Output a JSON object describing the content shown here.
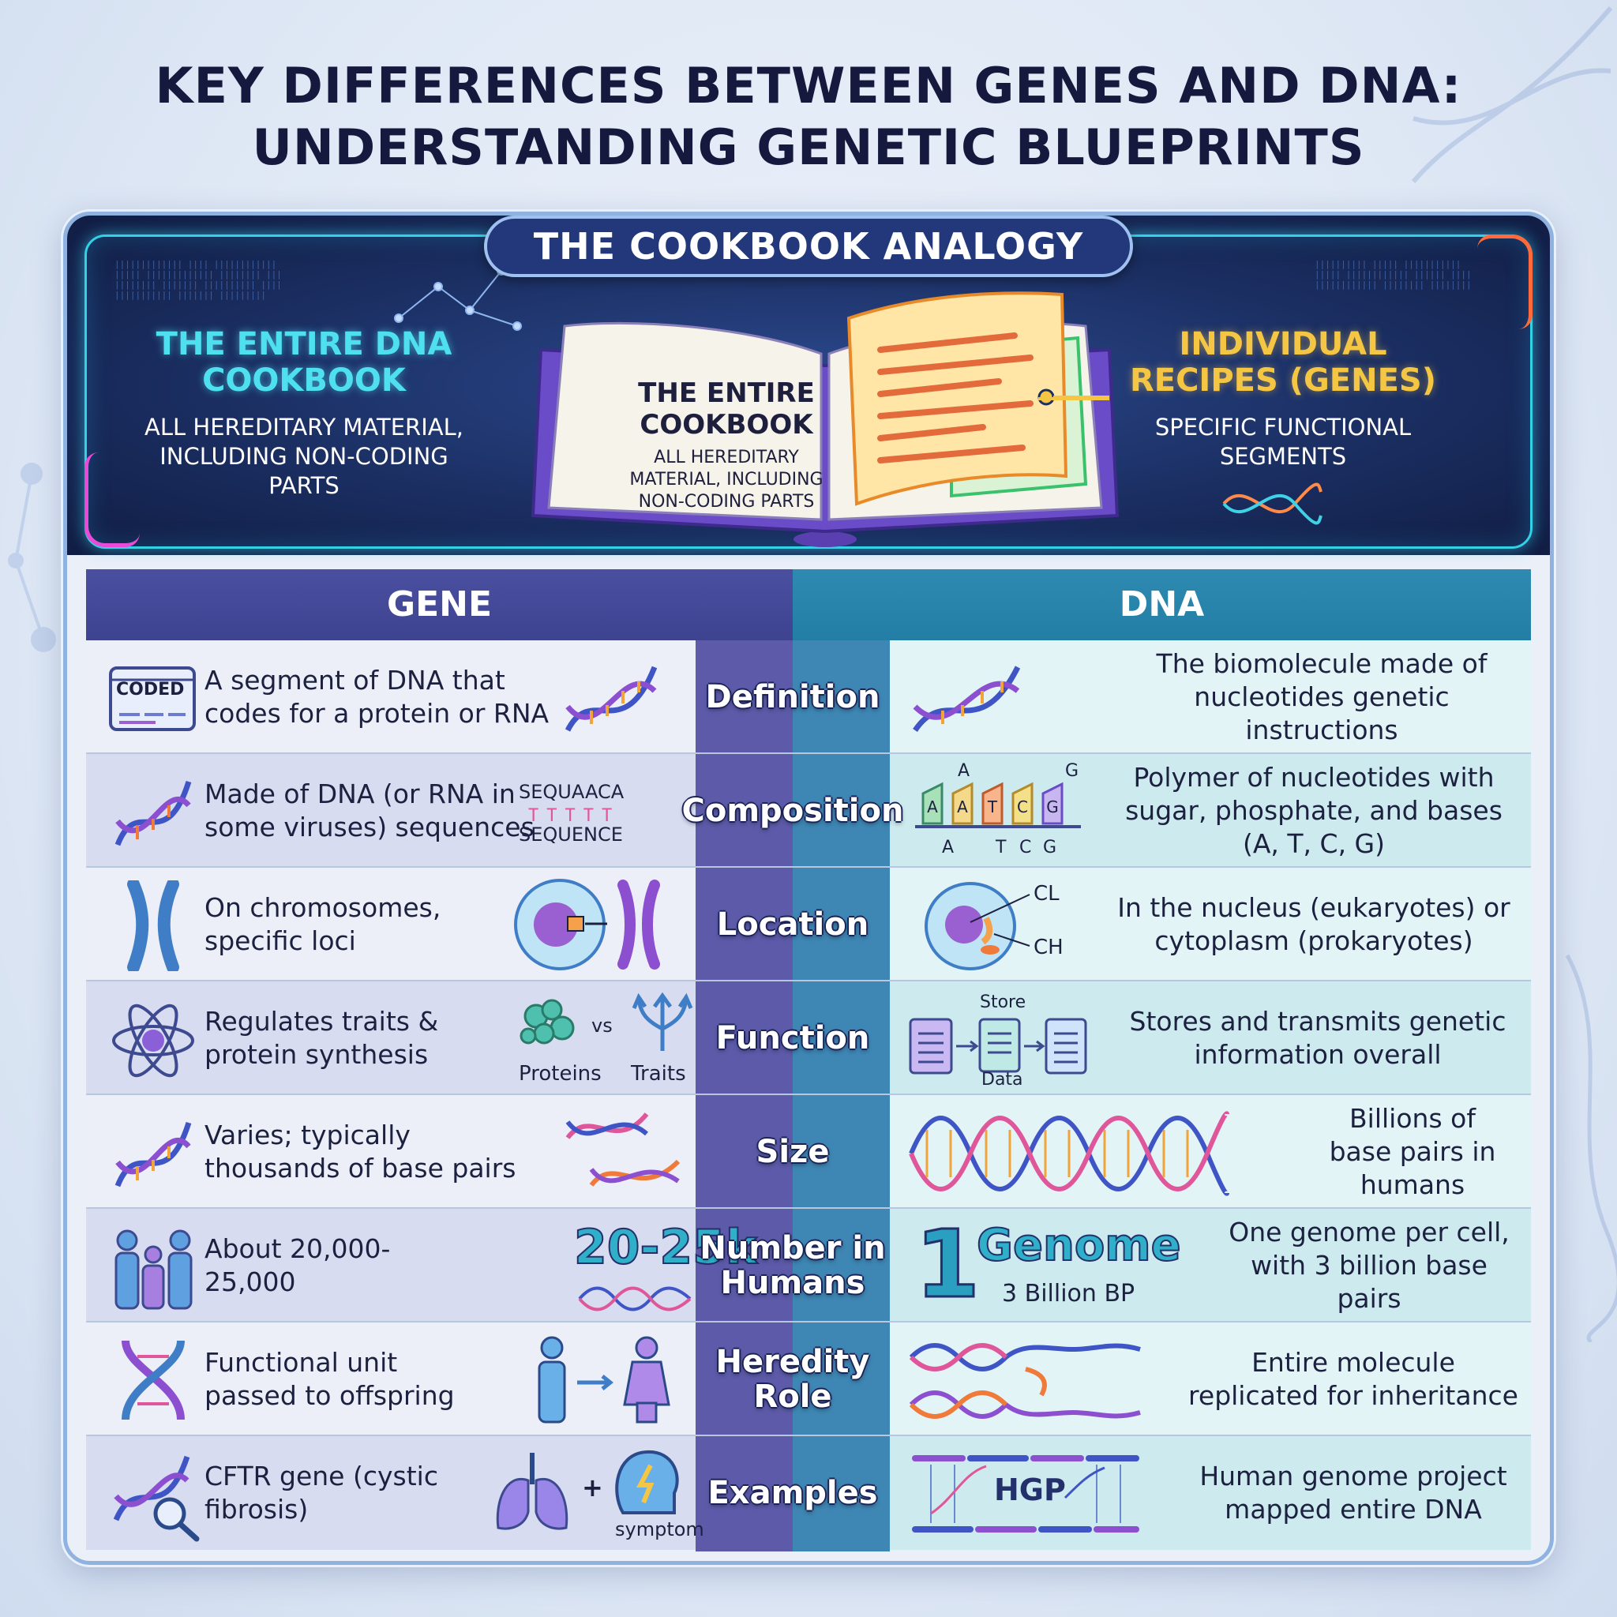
{
  "title": {
    "line1": "KEY DIFFERENCES BETWEEN GENES AND DNA:",
    "line2": "UNDERSTANDING GENETIC BLUEPRINTS"
  },
  "banner": {
    "tab": "THE COOKBOOK ANALOGY",
    "left_title": "THE ENTIRE DNA COOKBOOK",
    "left_desc": "ALL HEREDITARY MATERIAL, INCLUDING NON-CODING PARTS",
    "book_title": "THE ENTIRE COOKBOOK",
    "book_desc": "ALL HEREDITARY MATERIAL, INCLUDING NON-CODING PARTS",
    "right_title": "INDIVIDUAL RECIPES (GENES)",
    "right_desc": "SPECIFIC FUNCTIONAL SEGMENTS"
  },
  "table": {
    "gene_header": "GENE",
    "dna_header": "DNA",
    "rows": [
      {
        "label": "Definition",
        "gene": "A segment of DNA that codes for a protein or RNA",
        "dna": "The biomolecule made of nucleotides genetic instructions",
        "gene_icon_text": "CODED"
      },
      {
        "label": "Composition",
        "gene": "Made of DNA (or RNA in some viruses) sequences",
        "dna": "Polymer of nucleotides with sugar, phosphate, and bases (A, T, C, G)",
        "gene_icon_top": "SEQUAACA",
        "gene_icon_bottom": "SEQUENCE"
      },
      {
        "label": "Location",
        "gene": "On chromosomes, specific loci",
        "dna": "In the nucleus (eukaryotes) or cytoplasm (prokaryotes)",
        "dna_icon_cl": "CL",
        "dna_icon_ch": "CH"
      },
      {
        "label": "Function",
        "gene": "Regulates traits & protein synthesis",
        "dna": "Stores and transmits genetic information overall",
        "gene_icon_vs": "vs",
        "gene_icon_proteins": "Proteins",
        "gene_icon_traits": "Traits",
        "dna_icon_store": "Store",
        "dna_icon_data": "Data"
      },
      {
        "label": "Size",
        "gene": "Varies; typically thousands of base pairs",
        "dna": "Billions of base pairs in humans"
      },
      {
        "label": "Number in Humans",
        "gene": "About 20,000-25,000",
        "dna": "One genome per cell, with 3 billion base pairs",
        "gene_icon_big": "20-25k",
        "dna_icon_one": "1",
        "dna_icon_genome": "Genome",
        "dna_icon_bp": "3 Billion BP"
      },
      {
        "label": "Heredity Role",
        "gene": "Functional unit passed to offspring",
        "dna": "Entire molecule replicated for inheritance"
      },
      {
        "label": "Examples",
        "gene": "CFTR gene (cystic fibrosis)",
        "dna": "Human genome project mapped entire DNA",
        "gene_icon_plus": "+",
        "gene_icon_symptom": "symptom",
        "dna_icon_hgp": "HGP"
      }
    ]
  },
  "colors": {
    "gene_header": "#4a4fa0",
    "dna_header": "#2e8ab1",
    "cyan_glow": "#34d1e6",
    "gold": "#f5c644"
  }
}
